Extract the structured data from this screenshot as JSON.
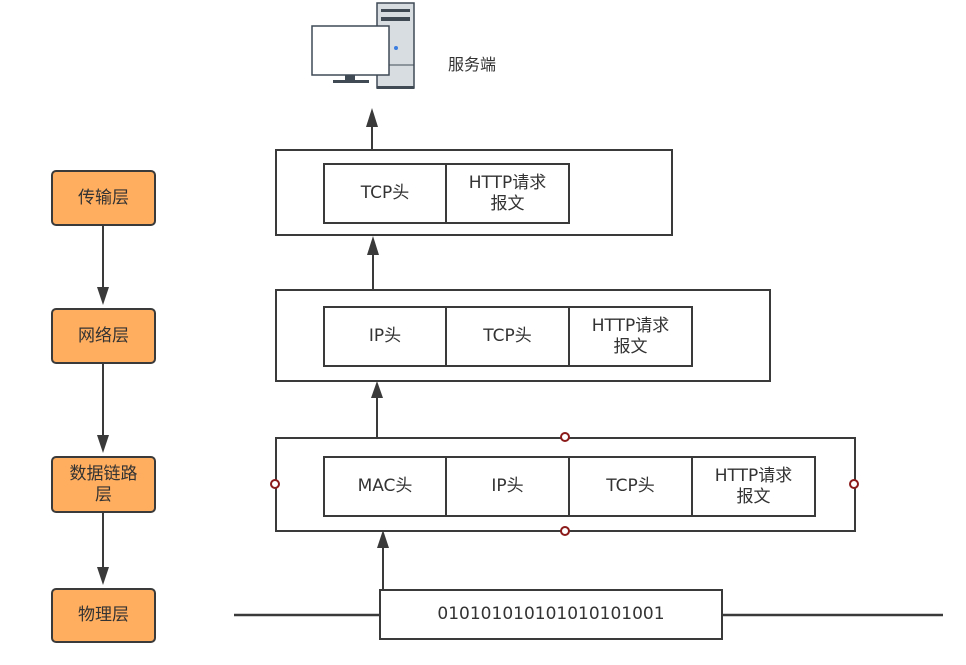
{
  "server": {
    "icon": "desktop-server-icon",
    "label": "服务端"
  },
  "layers": [
    {
      "label": "传输层"
    },
    {
      "label": "网络层"
    },
    {
      "label": "数据链路\n层"
    },
    {
      "label": "物理层"
    }
  ],
  "packets": {
    "transport": [
      "TCP头",
      "HTTP请求\n报文"
    ],
    "network": [
      "IP头",
      "TCP头",
      "HTTP请求\n报文"
    ],
    "datalink": [
      "MAC头",
      "IP头",
      "TCP头",
      "HTTP请求\n报文"
    ],
    "physical": "010101010101010101001"
  },
  "colors": {
    "layer_fill": "#FFAD5E",
    "stroke": "#3a3a3a",
    "handle": "#8b1a1a"
  }
}
